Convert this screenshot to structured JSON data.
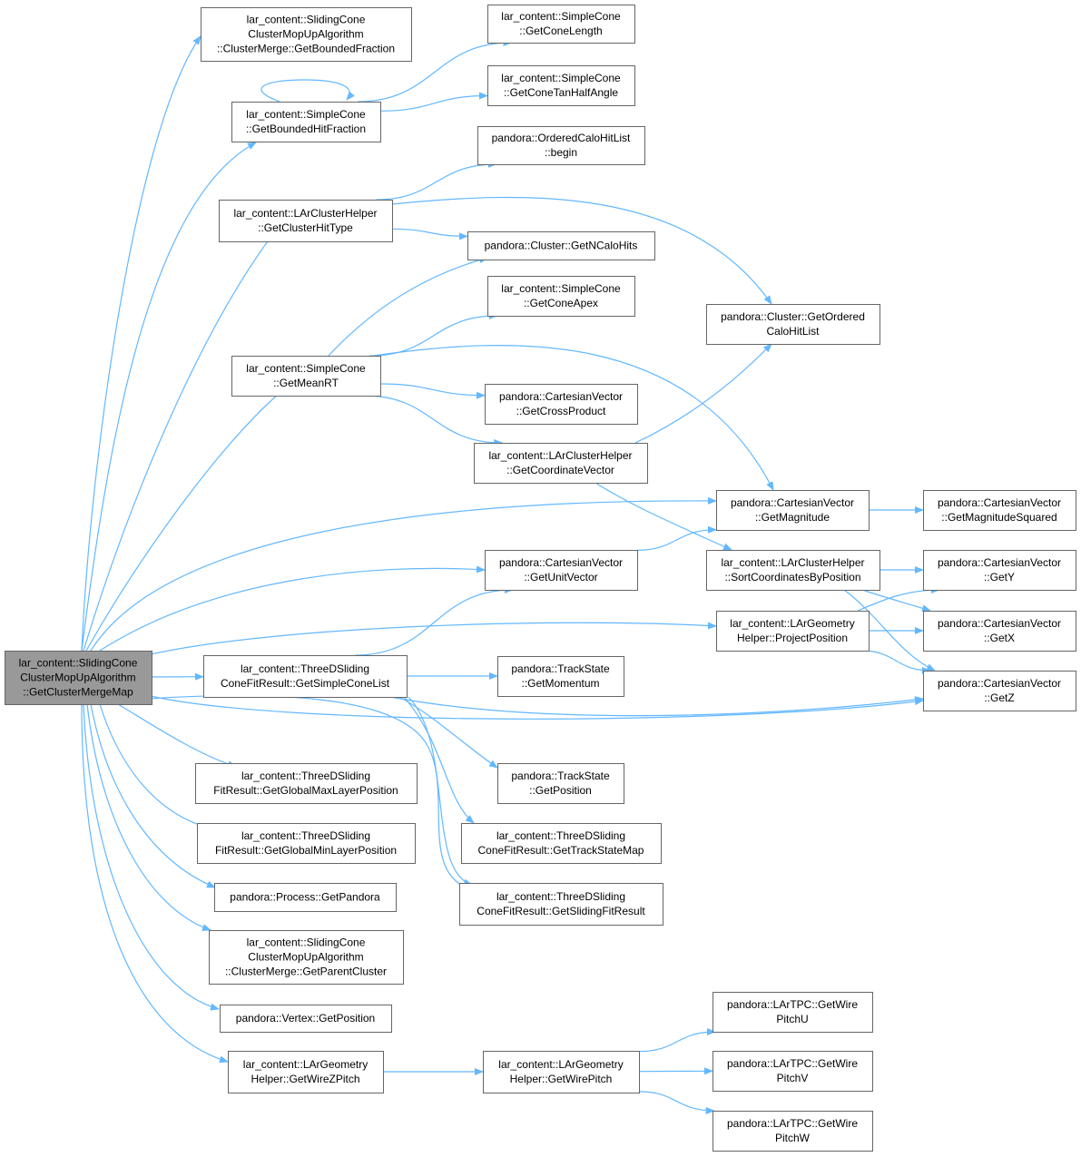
{
  "colors": {
    "edge": "#63b8ff",
    "node_fill": "#ffffff",
    "node_border": "#666666",
    "root_fill": "#999999",
    "root_border": "#666666"
  },
  "nodes": [
    {
      "id": "root",
      "root": true,
      "lines": [
        "lar_content::SlidingCone",
        "ClusterMopUpAlgorithm",
        "::GetClusterMergeMap"
      ]
    },
    {
      "id": "getBoundedFraction",
      "lines": [
        "lar_content::SlidingCone",
        "ClusterMopUpAlgorithm",
        "::ClusterMerge::GetBoundedFraction"
      ]
    },
    {
      "id": "getBoundedHitFraction",
      "lines": [
        "lar_content::SimpleCone",
        "::GetBoundedHitFraction"
      ]
    },
    {
      "id": "getConeLength",
      "lines": [
        "lar_content::SimpleCone",
        "::GetConeLength"
      ]
    },
    {
      "id": "getConeTanHalfAngle",
      "lines": [
        "lar_content::SimpleCone",
        "::GetConeTanHalfAngle"
      ]
    },
    {
      "id": "orderedBegin",
      "lines": [
        "pandora::OrderedCaloHitList",
        "::begin"
      ]
    },
    {
      "id": "getClusterHitType",
      "lines": [
        "lar_content::LArClusterHelper",
        "::GetClusterHitType"
      ]
    },
    {
      "id": "getNCaloHits",
      "lines": [
        "pandora::Cluster::GetNCaloHits"
      ]
    },
    {
      "id": "getConeApex",
      "lines": [
        "lar_content::SimpleCone",
        "::GetConeApex"
      ]
    },
    {
      "id": "getOrderedCaloHitList",
      "lines": [
        "pandora::Cluster::GetOrdered",
        "CaloHitList"
      ]
    },
    {
      "id": "getMeanRT",
      "lines": [
        "lar_content::SimpleCone",
        "::GetMeanRT"
      ]
    },
    {
      "id": "getCrossProduct",
      "lines": [
        "pandora::CartesianVector",
        "::GetCrossProduct"
      ]
    },
    {
      "id": "getCoordinateVector",
      "lines": [
        "lar_content::LArClusterHelper",
        "::GetCoordinateVector"
      ]
    },
    {
      "id": "getMagnitude",
      "lines": [
        "pandora::CartesianVector",
        "::GetMagnitude"
      ]
    },
    {
      "id": "getMagnitudeSquared",
      "lines": [
        "pandora::CartesianVector",
        "::GetMagnitudeSquared"
      ]
    },
    {
      "id": "getUnitVector",
      "lines": [
        "pandora::CartesianVector",
        "::GetUnitVector"
      ]
    },
    {
      "id": "sortCoordinates",
      "lines": [
        "lar_content::LArClusterHelper",
        "::SortCoordinatesByPosition"
      ]
    },
    {
      "id": "getY",
      "lines": [
        "pandora::CartesianVector",
        "::GetY"
      ]
    },
    {
      "id": "projectPosition",
      "lines": [
        "lar_content::LArGeometry",
        "Helper::ProjectPosition"
      ]
    },
    {
      "id": "getX",
      "lines": [
        "pandora::CartesianVector",
        "::GetX"
      ]
    },
    {
      "id": "getSimpleConeList",
      "lines": [
        "lar_content::ThreeDSliding",
        "ConeFitResult::GetSimpleConeList"
      ]
    },
    {
      "id": "getMomentum",
      "lines": [
        "pandora::TrackState",
        "::GetMomentum"
      ]
    },
    {
      "id": "getZ",
      "lines": [
        "pandora::CartesianVector",
        "::GetZ"
      ]
    },
    {
      "id": "getGlobalMax",
      "lines": [
        "lar_content::ThreeDSliding",
        "FitResult::GetGlobalMaxLayerPosition"
      ]
    },
    {
      "id": "trackStatePosition",
      "lines": [
        "pandora::TrackState",
        "::GetPosition"
      ]
    },
    {
      "id": "getGlobalMin",
      "lines": [
        "lar_content::ThreeDSliding",
        "FitResult::GetGlobalMinLayerPosition"
      ]
    },
    {
      "id": "getTrackStateMap",
      "lines": [
        "lar_content::ThreeDSliding",
        "ConeFitResult::GetTrackStateMap"
      ]
    },
    {
      "id": "getPandora",
      "lines": [
        "pandora::Process::GetPandora"
      ]
    },
    {
      "id": "getSlidingFitResult",
      "lines": [
        "lar_content::ThreeDSliding",
        "ConeFitResult::GetSlidingFitResult"
      ]
    },
    {
      "id": "getParentCluster",
      "lines": [
        "lar_content::SlidingCone",
        "ClusterMopUpAlgorithm",
        "::ClusterMerge::GetParentCluster"
      ]
    },
    {
      "id": "vertexPosition",
      "lines": [
        "pandora::Vertex::GetPosition"
      ]
    },
    {
      "id": "getWirePitchU",
      "lines": [
        "pandora::LArTPC::GetWire",
        "PitchU"
      ]
    },
    {
      "id": "getWireZPitch",
      "lines": [
        "lar_content::LArGeometry",
        "Helper::GetWireZPitch"
      ]
    },
    {
      "id": "getWirePitch",
      "lines": [
        "lar_content::LArGeometry",
        "Helper::GetWirePitch"
      ]
    },
    {
      "id": "getWirePitchV",
      "lines": [
        "pandora::LArTPC::GetWire",
        "PitchV"
      ]
    },
    {
      "id": "getWirePitchW",
      "lines": [
        "pandora::LArTPC::GetWire",
        "PitchW"
      ]
    }
  ],
  "edges": [
    [
      "root",
      "getBoundedFraction"
    ],
    [
      "root",
      "getBoundedHitFraction"
    ],
    [
      "root",
      "getClusterHitType"
    ],
    [
      "root",
      "getMeanRT"
    ],
    [
      "root",
      "getMagnitude"
    ],
    [
      "root",
      "getUnitVector"
    ],
    [
      "root",
      "projectPosition"
    ],
    [
      "root",
      "getSimpleConeList"
    ],
    [
      "root",
      "getZ"
    ],
    [
      "root",
      "getGlobalMax"
    ],
    [
      "root",
      "getGlobalMin"
    ],
    [
      "root",
      "getPandora"
    ],
    [
      "root",
      "getSlidingFitResult"
    ],
    [
      "root",
      "getParentCluster"
    ],
    [
      "root",
      "vertexPosition"
    ],
    [
      "root",
      "getWireZPitch"
    ],
    [
      "getBoundedHitFraction",
      "getBoundedHitFraction"
    ],
    [
      "getBoundedHitFraction",
      "getConeLength"
    ],
    [
      "getBoundedHitFraction",
      "getConeTanHalfAngle"
    ],
    [
      "getClusterHitType",
      "orderedBegin"
    ],
    [
      "getClusterHitType",
      "getNCaloHits"
    ],
    [
      "getClusterHitType",
      "getOrderedCaloHitList"
    ],
    [
      "getMeanRT",
      "getNCaloHits"
    ],
    [
      "getMeanRT",
      "getConeApex"
    ],
    [
      "getMeanRT",
      "getMagnitude"
    ],
    [
      "getMeanRT",
      "getCrossProduct"
    ],
    [
      "getMeanRT",
      "getCoordinateVector"
    ],
    [
      "getCoordinateVector",
      "getOrderedCaloHitList"
    ],
    [
      "getCoordinateVector",
      "sortCoordinates"
    ],
    [
      "getMagnitude",
      "getMagnitudeSquared"
    ],
    [
      "getUnitVector",
      "getMagnitude"
    ],
    [
      "sortCoordinates",
      "getY"
    ],
    [
      "sortCoordinates",
      "getX"
    ],
    [
      "sortCoordinates",
      "getZ"
    ],
    [
      "projectPosition",
      "getY"
    ],
    [
      "projectPosition",
      "getX"
    ],
    [
      "projectPosition",
      "getZ"
    ],
    [
      "getSimpleConeList",
      "getUnitVector"
    ],
    [
      "getSimpleConeList",
      "getMomentum"
    ],
    [
      "getSimpleConeList",
      "getZ"
    ],
    [
      "getSimpleConeList",
      "trackStatePosition"
    ],
    [
      "getSimpleConeList",
      "getTrackStateMap"
    ],
    [
      "getSimpleConeList",
      "getSlidingFitResult"
    ],
    [
      "getWireZPitch",
      "getWirePitch"
    ],
    [
      "getWirePitch",
      "getWirePitchU"
    ],
    [
      "getWirePitch",
      "getWirePitchV"
    ],
    [
      "getWirePitch",
      "getWirePitchW"
    ]
  ]
}
